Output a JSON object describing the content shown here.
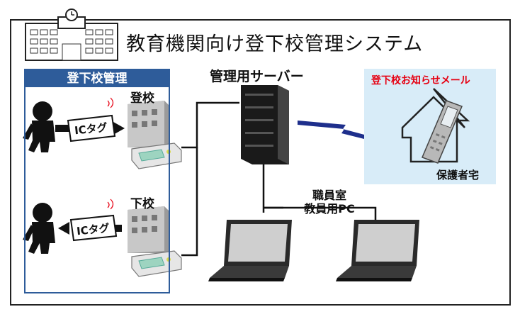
{
  "title": "教育機関向け登下校管理システム",
  "school_panel": {
    "heading": "登下校管理",
    "arrive_label": "登校",
    "leave_label": "下校",
    "tag_label_top": "ICタグ",
    "tag_label_bottom": "ICタグ"
  },
  "server": {
    "label": "管理用サーバー"
  },
  "staff": {
    "line1": "職員室",
    "line2": "教員用PC"
  },
  "home": {
    "notice": "登下校お知らせメール",
    "label": "保護者宅"
  },
  "colors": {
    "panel_blue": "#2e5c9a",
    "home_bg": "#d8ecf8",
    "notice_red": "#e60012",
    "signal_blue": "#1e2f8c"
  }
}
